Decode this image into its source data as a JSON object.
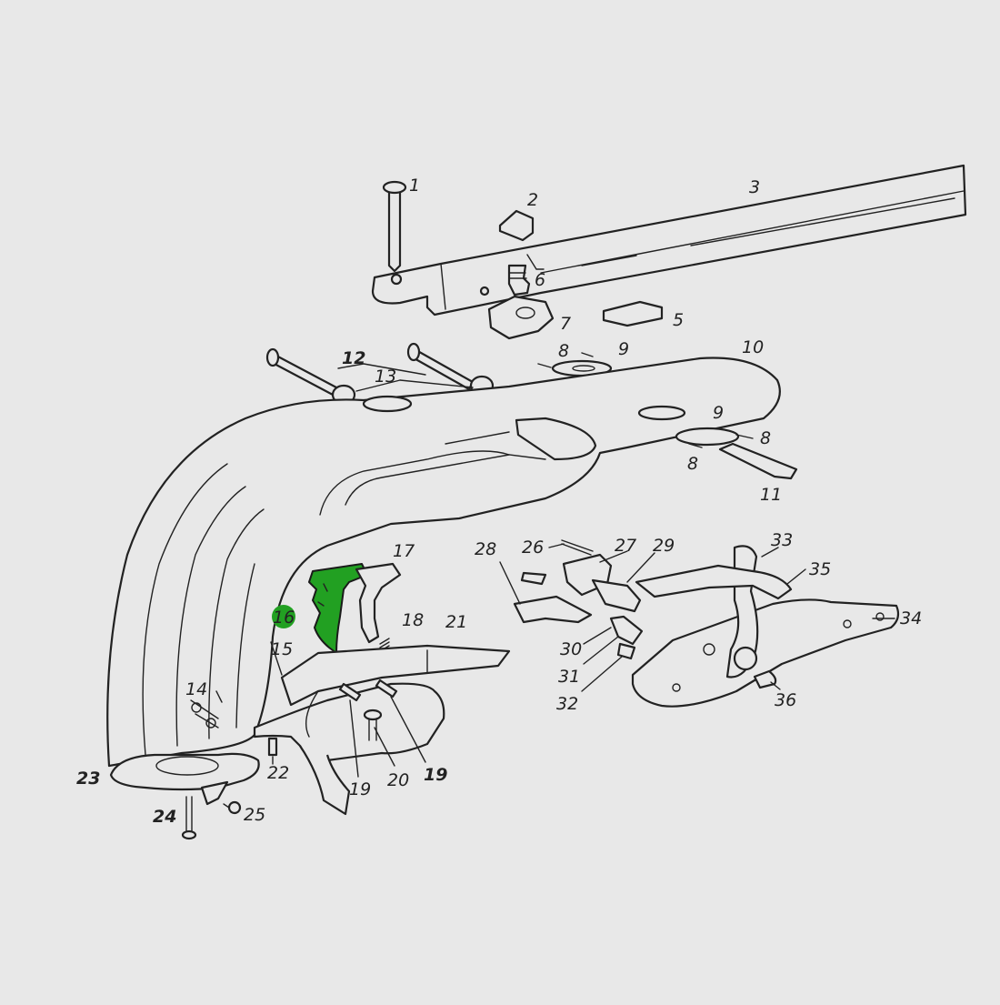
{
  "background": "#e8e8e8",
  "highlight_color": "#22a022",
  "highlighted_part": "16",
  "labels": [
    {
      "key": "p1",
      "text": "1"
    },
    {
      "key": "p2",
      "text": "2"
    },
    {
      "key": "p3",
      "text": "3"
    },
    {
      "key": "p5",
      "text": "5"
    },
    {
      "key": "p6",
      "text": "6"
    },
    {
      "key": "p7",
      "text": "7"
    },
    {
      "key": "p8a",
      "text": "8"
    },
    {
      "key": "p9a",
      "text": "9"
    },
    {
      "key": "p10",
      "text": "10"
    },
    {
      "key": "p12",
      "text": "12"
    },
    {
      "key": "p13",
      "text": "13"
    },
    {
      "key": "p9b",
      "text": "9"
    },
    {
      "key": "p8b",
      "text": "8"
    },
    {
      "key": "p8c",
      "text": "8"
    },
    {
      "key": "p11",
      "text": "11"
    },
    {
      "key": "p17",
      "text": "17"
    },
    {
      "key": "p16",
      "text": "16"
    },
    {
      "key": "p18",
      "text": "18"
    },
    {
      "key": "p21",
      "text": "21"
    },
    {
      "key": "p15",
      "text": "15"
    },
    {
      "key": "p14",
      "text": "14"
    },
    {
      "key": "p28",
      "text": "28"
    },
    {
      "key": "p26",
      "text": "26"
    },
    {
      "key": "p27",
      "text": "27"
    },
    {
      "key": "p29",
      "text": "29"
    },
    {
      "key": "p33",
      "text": "33"
    },
    {
      "key": "p35",
      "text": "35"
    },
    {
      "key": "p34",
      "text": "34"
    },
    {
      "key": "p30",
      "text": "30"
    },
    {
      "key": "p31",
      "text": "31"
    },
    {
      "key": "p32",
      "text": "32"
    },
    {
      "key": "p36",
      "text": "36"
    },
    {
      "key": "p22",
      "text": "22"
    },
    {
      "key": "p19a",
      "text": "19"
    },
    {
      "key": "p20",
      "text": "20"
    },
    {
      "key": "p19b",
      "text": "19"
    },
    {
      "key": "p23",
      "text": "23"
    },
    {
      "key": "p24",
      "text": "24"
    },
    {
      "key": "p25",
      "text": "25"
    }
  ]
}
